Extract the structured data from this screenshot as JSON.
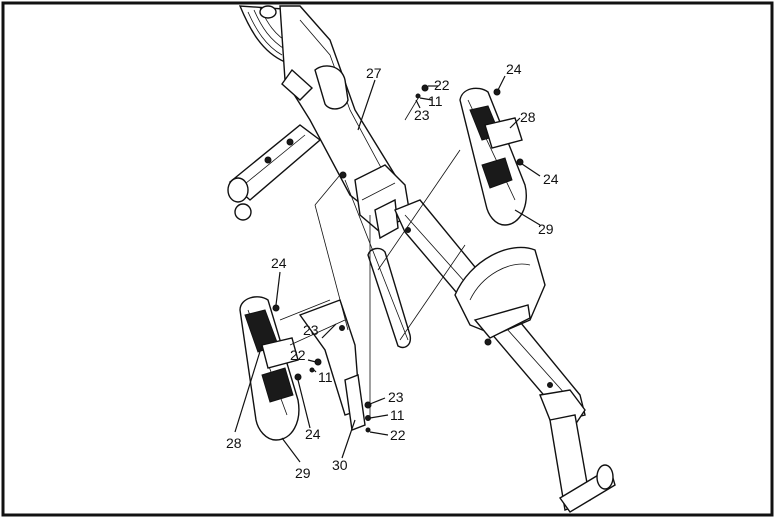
{
  "diagram": {
    "callouts": [
      {
        "id": "c27",
        "text": "27"
      },
      {
        "id": "c22a",
        "text": "22"
      },
      {
        "id": "c11a",
        "text": "11"
      },
      {
        "id": "c23a",
        "text": "23"
      },
      {
        "id": "c24a",
        "text": "24"
      },
      {
        "id": "c28a",
        "text": "28"
      },
      {
        "id": "c24b",
        "text": "24"
      },
      {
        "id": "c29a",
        "text": "29"
      },
      {
        "id": "c24c",
        "text": "24"
      },
      {
        "id": "c23b",
        "text": "23"
      },
      {
        "id": "c22b",
        "text": "22"
      },
      {
        "id": "c11b",
        "text": "11"
      },
      {
        "id": "c28b",
        "text": "28"
      },
      {
        "id": "c24d",
        "text": "24"
      },
      {
        "id": "c29b",
        "text": "29"
      },
      {
        "id": "c30",
        "text": "30"
      },
      {
        "id": "c23c",
        "text": "23"
      },
      {
        "id": "c11c",
        "text": "11"
      },
      {
        "id": "c22c",
        "text": "22"
      }
    ],
    "colors": {
      "ink": "#111111",
      "paper": "#ffffff"
    }
  }
}
